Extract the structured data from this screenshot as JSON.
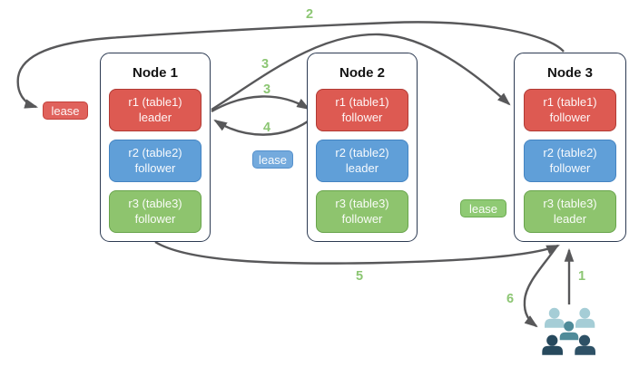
{
  "nodes": [
    {
      "title": "Node 1",
      "replicas": [
        {
          "name": "r1 (table1)",
          "role": "leader"
        },
        {
          "name": "r2 (table2)",
          "role": "follower"
        },
        {
          "name": "r3 (table3)",
          "role": "follower"
        }
      ]
    },
    {
      "title": "Node 2",
      "replicas": [
        {
          "name": "r1 (table1)",
          "role": "follower"
        },
        {
          "name": "r2 (table2)",
          "role": "leader"
        },
        {
          "name": "r3 (table3)",
          "role": "follower"
        }
      ]
    },
    {
      "title": "Node 3",
      "replicas": [
        {
          "name": "r1 (table1)",
          "role": "follower"
        },
        {
          "name": "r2 (table2)",
          "role": "follower"
        },
        {
          "name": "r3 (table3)",
          "role": "leader"
        }
      ]
    }
  ],
  "leases": [
    {
      "label": "lease",
      "color": "#e0625c"
    },
    {
      "label": "lease",
      "color": "#74aadd"
    },
    {
      "label": "lease",
      "color": "#8fca74"
    }
  ],
  "steps": [
    {
      "label": "2"
    },
    {
      "label": "3"
    },
    {
      "label": "3"
    },
    {
      "label": "4"
    },
    {
      "label": "5"
    },
    {
      "label": "1"
    },
    {
      "label": "6"
    }
  ],
  "colors": {
    "replica_red": "#dd5a52",
    "replica_blue": "#609fd8",
    "replica_green": "#8ec46e",
    "node_border": "#2c3a52",
    "arrow": "#58585a",
    "step_number": "#8cc673",
    "users_light": "#a5cdd6",
    "users_medium": "#4f8b99",
    "users_dark": "#2a4d61"
  }
}
